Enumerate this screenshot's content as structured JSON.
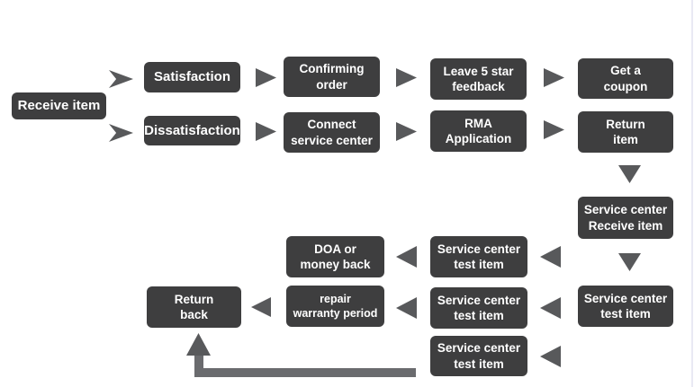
{
  "colors": {
    "node_fill": "#3E3E3F",
    "arrow_fill": "#58595B",
    "connector_line": "#6A6B6E",
    "node_text": "#FFFFFF",
    "page_edge": "#E9E9F4"
  },
  "flowchart": {
    "nodes": {
      "receive_item": "Receive item",
      "satisfaction": "Satisfaction",
      "dissatisfaction": "Dissatisfaction",
      "confirming_order": "Confirming\norder",
      "connect_service_center": "Connect\nservice center",
      "leave_5_star_feedback": "Leave 5 star\nfeedback",
      "rma_application": "RMA\nApplication",
      "get_a_coupon": "Get a\ncoupon",
      "return_item": "Return\nitem",
      "service_center_receive_item": "Service center\nReceive item",
      "service_center_test_item_right": "Service center\ntest item",
      "service_center_test_item_mid_top": "Service center\ntest item",
      "service_center_test_item_mid_middle": "Service center\ntest item",
      "service_center_test_item_bottom": "Service center\ntest item",
      "doa_or_money_back": "DOA or\nmoney back",
      "repair_warranty_period": "repair\nwarranty period",
      "return_back": "Return\nback"
    }
  }
}
